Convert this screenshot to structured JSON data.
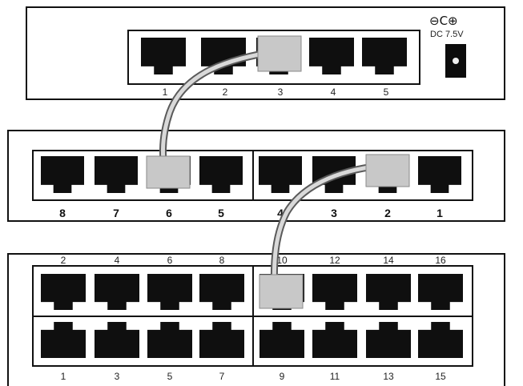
{
  "power": {
    "voltage_label": "DC 7.5V",
    "polarity_symbols": "⊖C⊕"
  },
  "switch_5_port": {
    "port_labels": [
      "1",
      "2",
      "3",
      "4",
      "5"
    ]
  },
  "switch_8_port": {
    "port_labels": [
      "8",
      "7",
      "6",
      "5",
      "4",
      "3",
      "2",
      "1"
    ]
  },
  "switch_16_port": {
    "top_row_labels": [
      "2",
      "4",
      "6",
      "8",
      "10",
      "12",
      "14",
      "16"
    ],
    "bottom_row_labels": [
      "1",
      "3",
      "5",
      "7",
      "9",
      "11",
      "13",
      "15"
    ]
  },
  "colors": {
    "port": "#0f0f0f",
    "plug": "#c8c8c8",
    "cable_outer": "#5a5a5a",
    "cable_inner": "#d9d9d9"
  }
}
